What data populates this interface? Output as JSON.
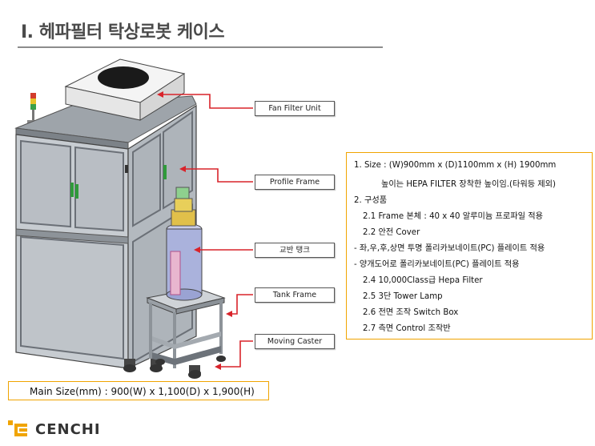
{
  "title": "I. 헤파필터 탁상로봇 케이스",
  "callouts": {
    "fan_filter_unit": "Fan Filter Unit",
    "profile_frame": "Profile Frame",
    "mixing_tank": "교반 탱크",
    "tank_frame": "Tank Frame",
    "moving_caster": "Moving Caster"
  },
  "spec": {
    "lines": [
      "1. Size : (W)900mm x (D)1100mm x (H) 1900mm",
      "높이는 HEPA FILTER 장착한 높이임.(타워등 제외)",
      "2. 구성품",
      "2.1 Frame 본체 : 40 x 40 알루미늄 프로파일 적용",
      "2.2 안전 Cover",
      "- 좌,우,후,상면 투명 폴리카보네이트(PC) 플레이트 적용",
      "- 양개도어로 폴리카보네이트(PC) 플레이트 적용",
      "2.4 10,000Class급 Hepa Filter",
      "2.5 3단 Tower Lamp",
      "2.6 전면 조작 Switch Box",
      "2.7 측면 Control 조작반"
    ]
  },
  "main_size": "Main Size(mm) : 900(W) x 1,100(D) x 1,900(H)",
  "logo": {
    "text": "CENCHI",
    "accent_color": "#f0a400"
  },
  "colors": {
    "accent_border": "#f0a400",
    "callout_arrow": "#d9232a"
  }
}
